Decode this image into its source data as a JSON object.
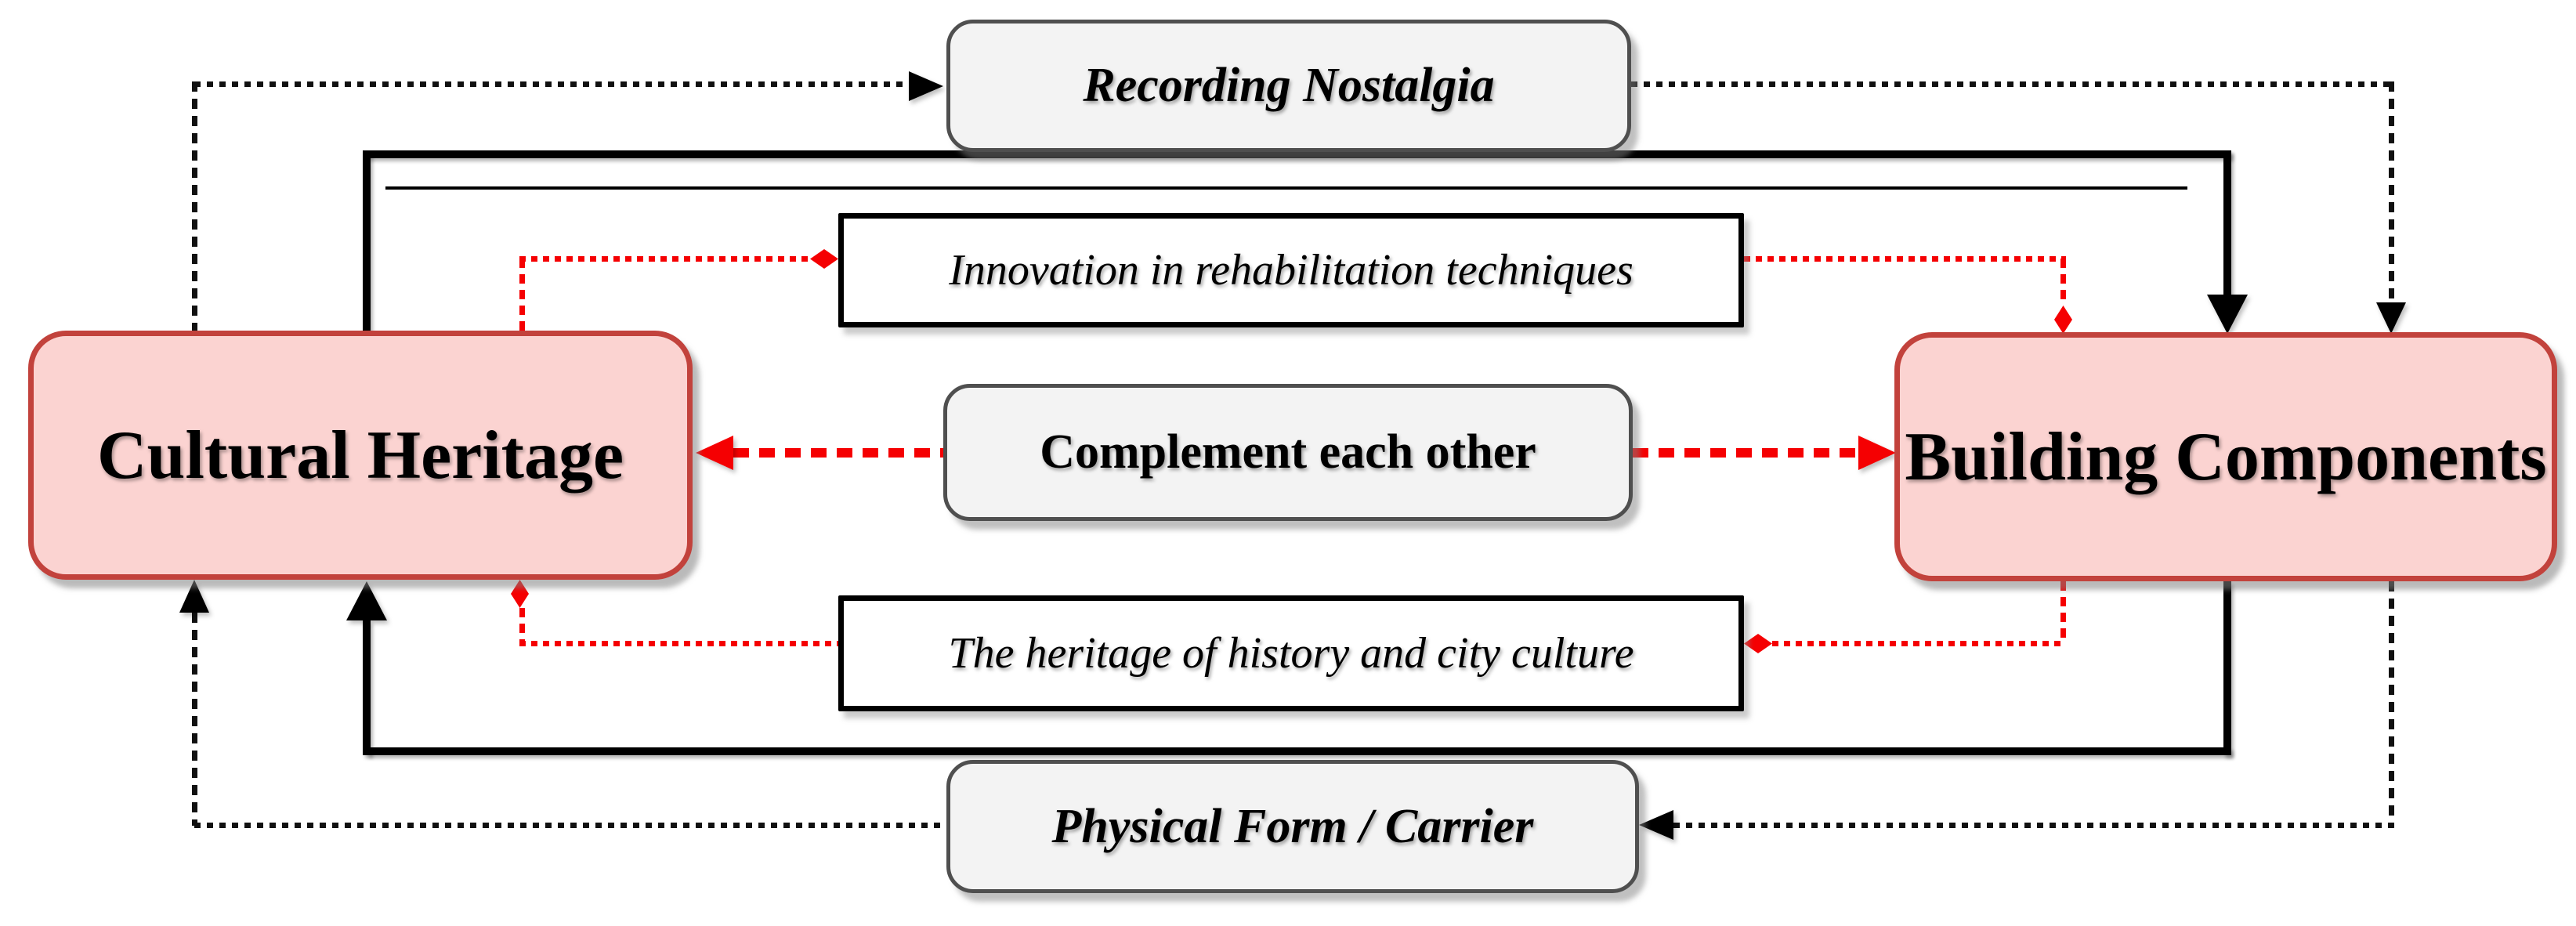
{
  "figure": {
    "type": "concept-diagram",
    "entities": {
      "cultural_heritage": {
        "label": "Cultural Heritage"
      },
      "building_components": {
        "label": "Building Components"
      }
    },
    "relations": {
      "recording_nostalgia": {
        "label": "Recording Nostalgia"
      },
      "innovation": {
        "label": "Innovation in rehabilitation techniques"
      },
      "complement": {
        "label": "Complement each other"
      },
      "heritage_history": {
        "label": "The heritage of history and city culture"
      },
      "physical_form": {
        "label": "Physical Form / Carrier"
      }
    },
    "colors": {
      "entity_fill": "#fbd3d1",
      "entity_border": "#c2423c",
      "relation_fill": "#f3f3f3",
      "relation_border": "#4f4f4f",
      "white_fill": "#ffffff",
      "line_black": "#111111",
      "arrow_red": "#f50002"
    }
  }
}
